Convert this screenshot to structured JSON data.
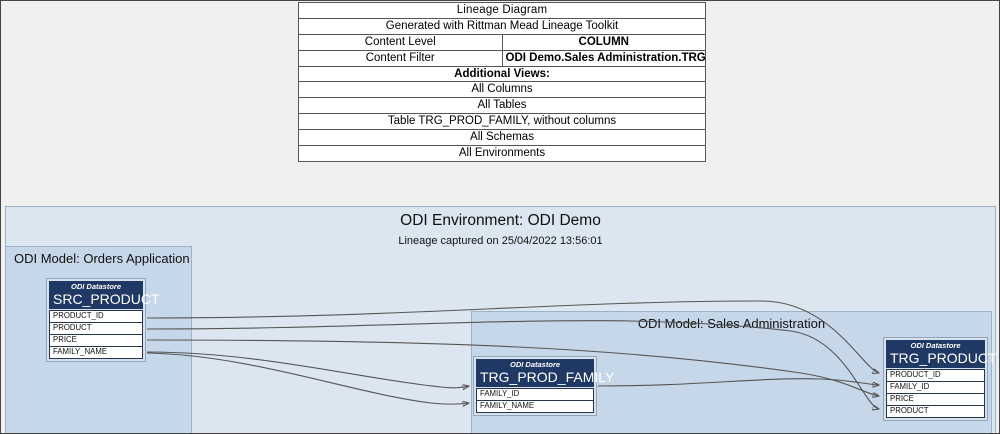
{
  "header": {
    "title": "Lineage Diagram",
    "subtitle": "Generated with Rittman Mead Lineage Toolkit",
    "content_level_label": "Content Level",
    "content_level_value": "COLUMN",
    "content_filter_label": "Content Filter",
    "content_filter_value": "ODI Demo.Sales Administration.TRG_PROD_FAMILY",
    "additional_views_label": "Additional Views:",
    "views": [
      "All Columns",
      "All Tables",
      "Table TRG_PROD_FAMILY, without columns",
      "All Schemas",
      "All Environments"
    ]
  },
  "environment": {
    "title": "ODI Environment: ODI Demo",
    "subtitle": "Lineage captured on 25/04/2022 13:56:01"
  },
  "models": {
    "orders": {
      "title": "ODI Model: Orders Application"
    },
    "sales": {
      "title": "ODI Model: Sales Administration"
    }
  },
  "datastores": {
    "src_product": {
      "kind": "ODI Datastore",
      "name": "SRC_PRODUCT",
      "columns": [
        "PRODUCT_ID",
        "PRODUCT",
        "PRICE",
        "FAMILY_NAME"
      ]
    },
    "trg_prod_family": {
      "kind": "ODI Datastore",
      "name": "TRG_PROD_FAMILY",
      "columns": [
        "FAMILY_ID",
        "FAMILY_NAME"
      ]
    },
    "trg_product": {
      "kind": "ODI Datastore",
      "name": "TRG_PRODUCT",
      "columns": [
        "PRODUCT_ID",
        "FAMILY_ID",
        "PRICE",
        "PRODUCT"
      ]
    }
  },
  "colors": {
    "datastore_header": "#1f3864",
    "environment_panel": "#dce6f1",
    "model_panel": "#c6d7ea",
    "canvas": "#f0f0f0",
    "connector": "#555555"
  }
}
